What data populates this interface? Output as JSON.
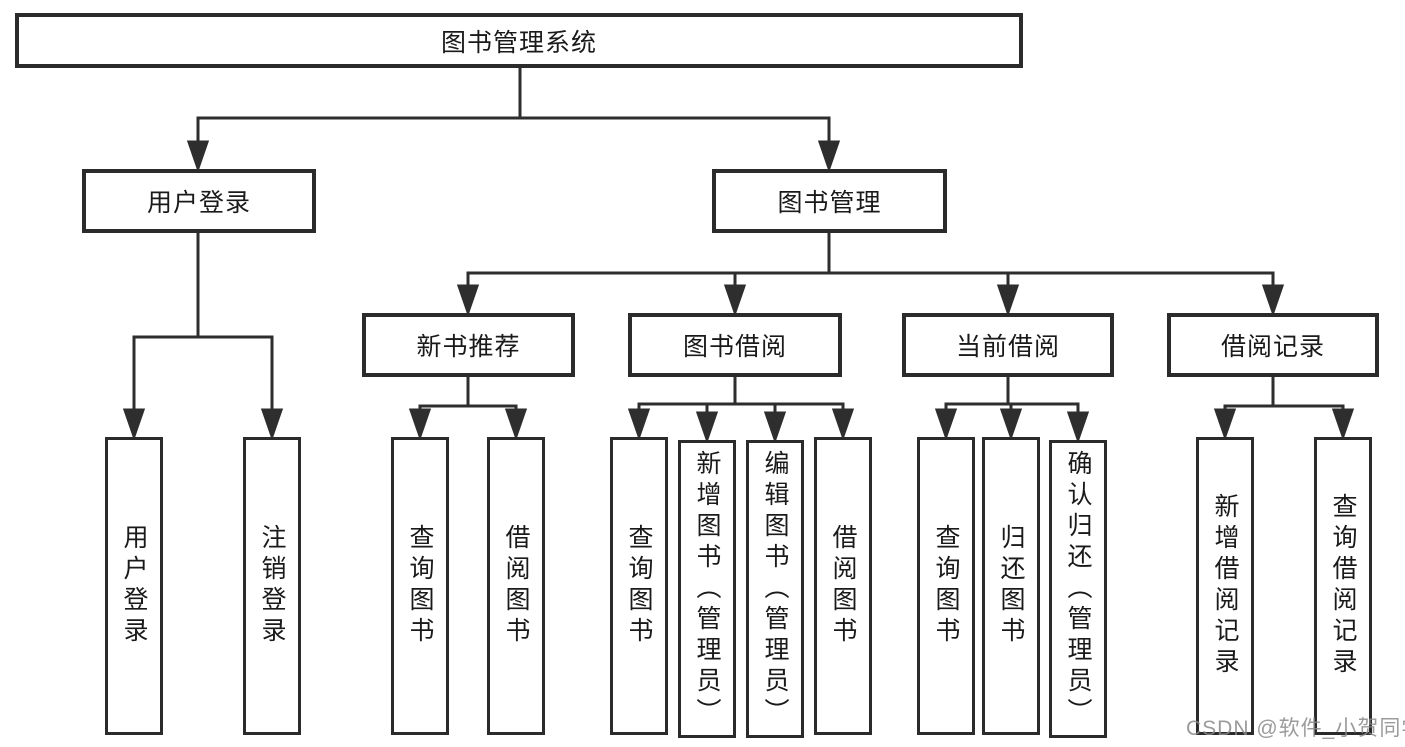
{
  "tree": {
    "label": "图书管理系统",
    "children": [
      {
        "label": "用户登录",
        "children": [
          {
            "label": "用户登录"
          },
          {
            "label": "注销登录"
          }
        ]
      },
      {
        "label": "图书管理",
        "children": [
          {
            "label": "新书推荐",
            "children": [
              {
                "label": "查询图书"
              },
              {
                "label": "借阅图书"
              }
            ]
          },
          {
            "label": "图书借阅",
            "children": [
              {
                "label": "查询图书"
              },
              {
                "label": "新增图书（管理员）"
              },
              {
                "label": "编辑图书（管理员）"
              },
              {
                "label": "借阅图书"
              }
            ]
          },
          {
            "label": "当前借阅",
            "children": [
              {
                "label": "查询图书"
              },
              {
                "label": "归还图书"
              },
              {
                "label": "确认归还（管理员）"
              }
            ]
          },
          {
            "label": "借阅记录",
            "children": [
              {
                "label": "新增借阅记录"
              },
              {
                "label": "查询借阅记录"
              }
            ]
          }
        ]
      }
    ]
  },
  "watermark": "CSDN @软件_小贺同学",
  "colors": {
    "line": "#2e2e2e",
    "border": "#2b2b2b",
    "text": "#1a1a1a",
    "background": "#ffffff",
    "watermark": "#8a8a8a"
  }
}
